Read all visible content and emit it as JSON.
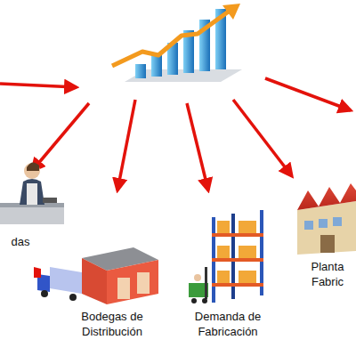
{
  "diagram": {
    "nodes": [
      {
        "text": [
          "das"
        ]
      },
      {
        "text": [
          "Bodegas de Distribución"
        ]
      },
      {
        "text": [
          "Demanda de Fabricación"
        ]
      },
      {
        "text": [
          "Planta Fabric"
        ]
      }
    ]
  }
}
